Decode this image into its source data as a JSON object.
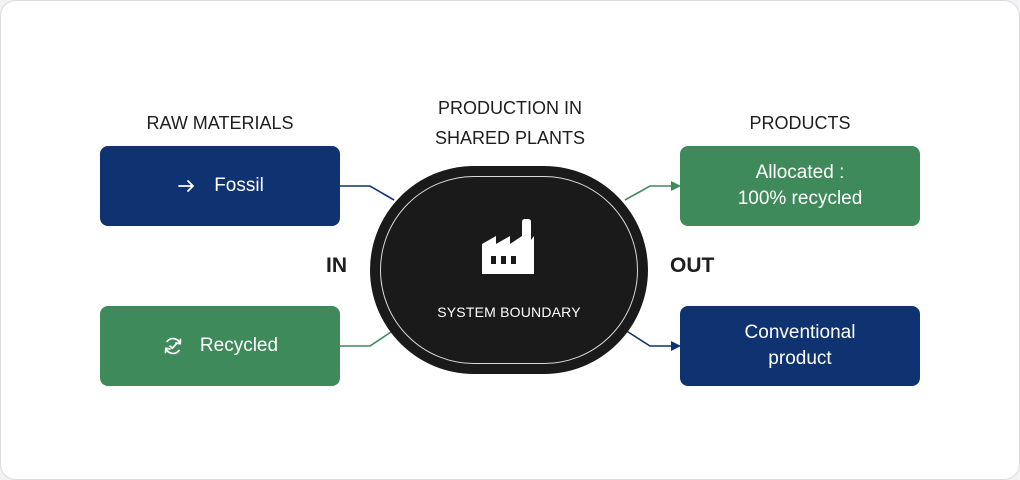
{
  "headings": {
    "raw_materials": "RAW MATERIALS",
    "production_line1": "PRODUCTION IN",
    "production_line2": "SHARED PLANTS",
    "products": "PRODUCTS"
  },
  "inputs": [
    {
      "label": "Fossil",
      "icon": "arrow-right-icon",
      "color": "#0f3270"
    },
    {
      "label": "Recycled",
      "icon": "recycle-icon",
      "color": "#3f8a5b"
    }
  ],
  "outputs": [
    {
      "line1": "Allocated :",
      "line2": "100% recycled",
      "color": "#3f8a5b"
    },
    {
      "line1": "Conventional",
      "line2": "product",
      "color": "#0f3270"
    }
  ],
  "side_labels": {
    "in": "IN",
    "out": "OUT"
  },
  "boundary": {
    "label": "SYSTEM BOUNDARY",
    "icon": "factory-icon",
    "color": "#1a1a1a"
  },
  "arrow_arrow_glyph": "→"
}
